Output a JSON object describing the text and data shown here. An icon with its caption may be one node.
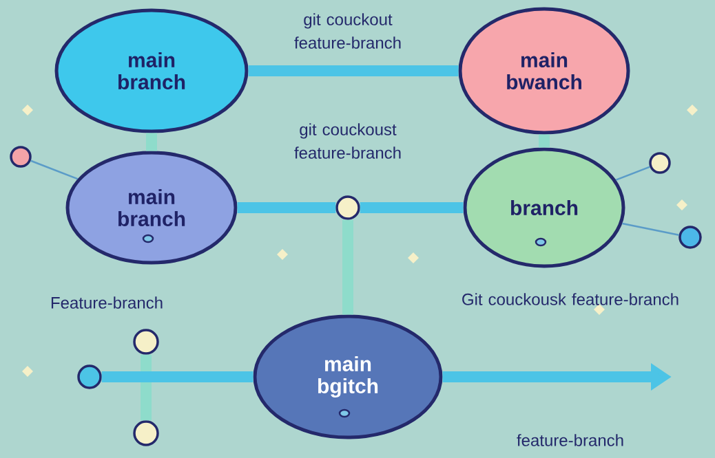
{
  "diagram": {
    "nodes": [
      {
        "text": [
          "main branch"
        ]
      },
      {
        "text": [
          "main bwanch"
        ]
      },
      {
        "text": [
          "main branch"
        ]
      },
      {
        "text": [
          "branch"
        ]
      },
      {
        "text": [
          "main bgitch"
        ]
      },
      {
        "text": [],
        "shape": "circle"
      },
      {
        "text": [],
        "shape": "circle"
      },
      {
        "text": [],
        "shape": "circle"
      },
      {
        "text": [],
        "shape": "circle"
      },
      {
        "text": [],
        "shape": "circle"
      },
      {
        "text": [],
        "shape": "circle"
      },
      {
        "text": [],
        "shape": "circle"
      }
    ],
    "edges": [
      {
        "from": 0,
        "to": 1,
        "arrow": "none"
      },
      {
        "from": 0,
        "to": 2,
        "arrow": "none",
        "color": "#8edccb"
      },
      {
        "from": 1,
        "to": 3,
        "arrow": "none",
        "color": "#8edccb"
      },
      {
        "from": 5,
        "to": 2,
        "arrow": "none",
        "color": "#5b9cc8"
      },
      {
        "from": 2,
        "to": 6,
        "arrow": "none"
      },
      {
        "from": 6,
        "to": 3,
        "arrow": "none"
      },
      {
        "from": 7,
        "to": 3,
        "arrow": "none",
        "color": "#5b9cc8"
      },
      {
        "from": 8,
        "to": 3,
        "arrow": "none",
        "color": "#5b9cc8"
      },
      {
        "from": 6,
        "to": 4,
        "arrow": "none",
        "color": "#8edccb"
      },
      {
        "from": 10,
        "to": 11,
        "arrow": "none",
        "color": "#8edccb"
      },
      {
        "from": 9,
        "to": 4,
        "arrow": "none"
      },
      {
        "from": 4,
        "to": null,
        "arrow": "to"
      }
    ],
    "labels": [
      "git couckout feature-branch",
      "git couckoust feature-branch",
      "Feature-branch",
      "Git couckousk feature-branch",
      "feature-branch"
    ]
  }
}
